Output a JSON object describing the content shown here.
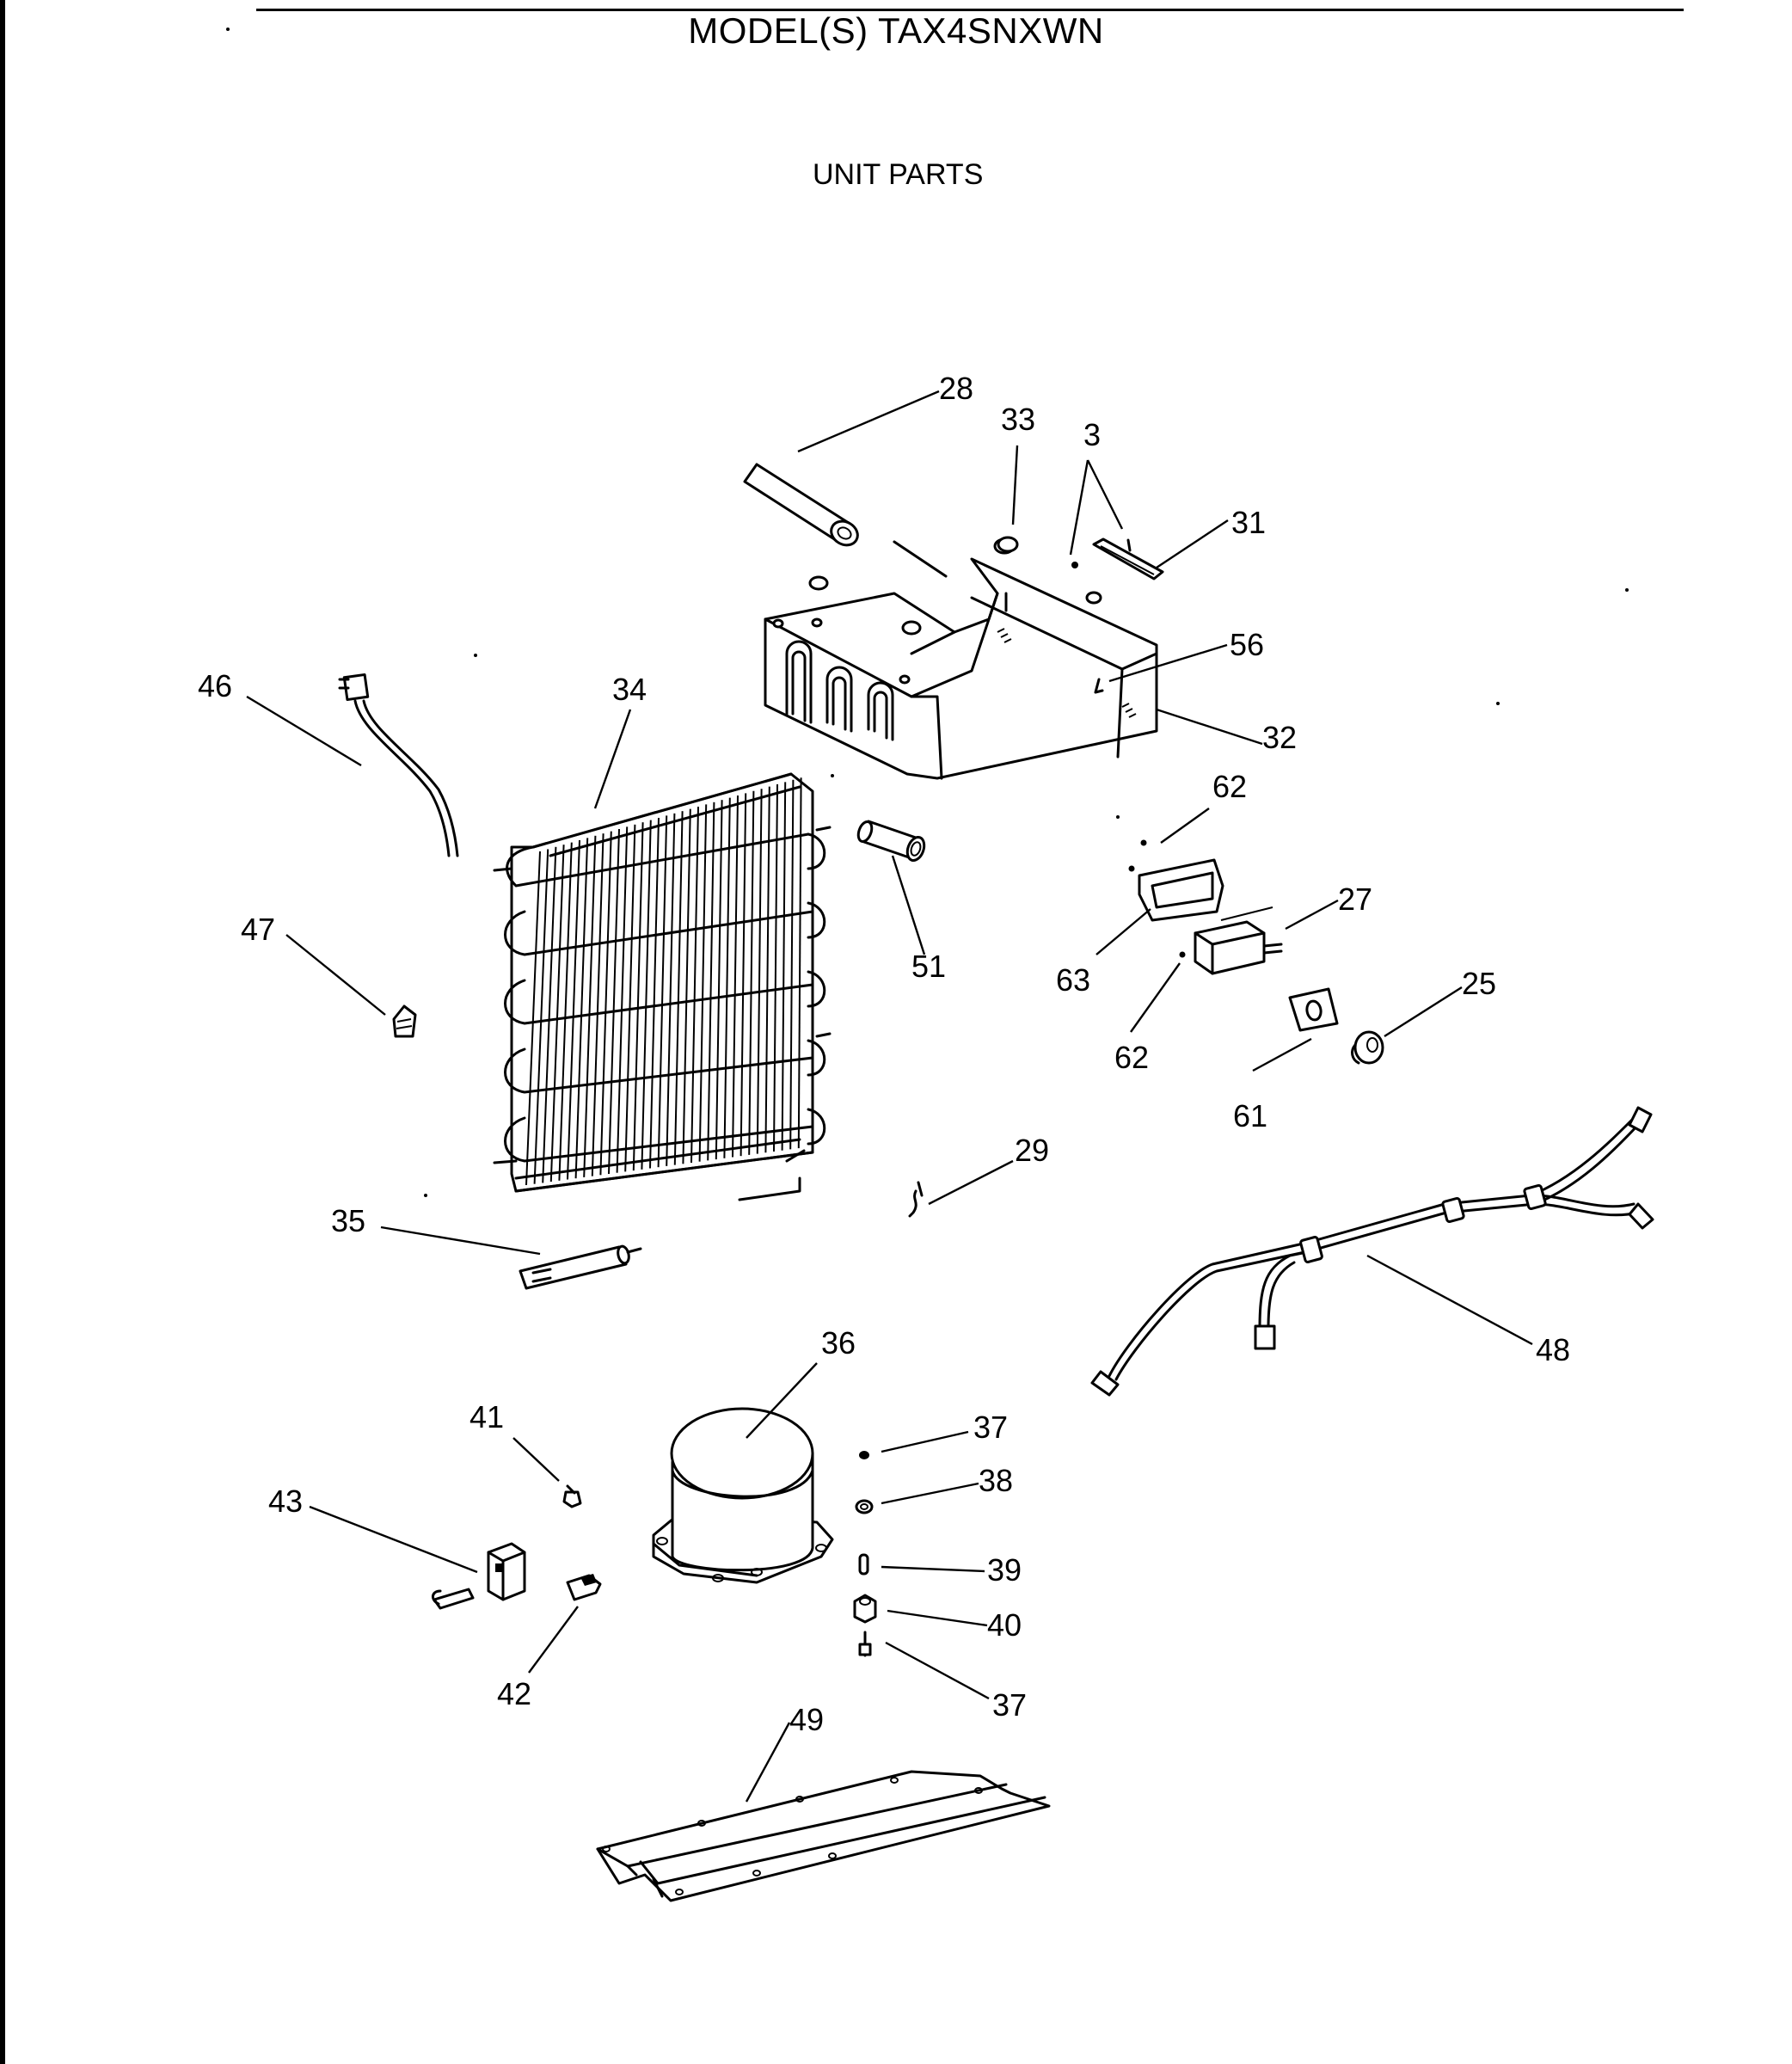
{
  "header": {
    "title": "MODEL(S) TAX4SNXWN",
    "subtitle": "UNIT PARTS"
  },
  "callouts": {
    "c28": "28",
    "c33": "33",
    "c3": "3",
    "c31": "31",
    "c56": "56",
    "c32": "32",
    "c46": "46",
    "c34": "34",
    "c62a": "62",
    "c27": "27",
    "c51": "51",
    "c63": "63",
    "c47": "47",
    "c62b": "62",
    "c25": "25",
    "c61": "61",
    "c29": "29",
    "c35": "35",
    "c48": "48",
    "c36": "36",
    "c41": "41",
    "c37a": "37",
    "c38": "38",
    "c43": "43",
    "c39": "39",
    "c40": "40",
    "c42": "42",
    "c37b": "37",
    "c49": "49"
  }
}
